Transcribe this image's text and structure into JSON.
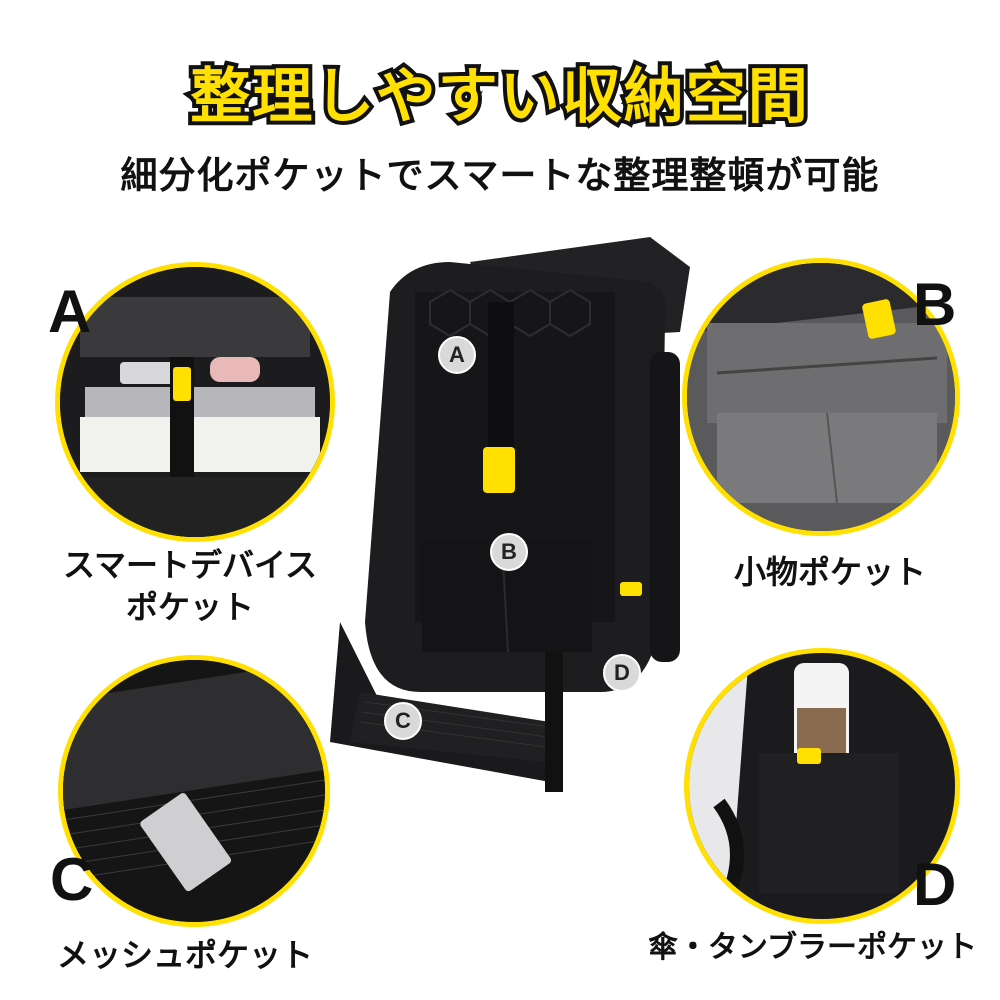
{
  "header": {
    "title": "整理しやすい収納空間",
    "subtitle": "細分化ポケットでスマートな整理整頓が可能"
  },
  "panels": {
    "a": {
      "letter": "A",
      "caption_line1": "スマートデバイス",
      "caption_line2": "ポケット"
    },
    "b": {
      "letter": "B",
      "caption": "小物ポケット"
    },
    "c": {
      "letter": "C",
      "caption": "メッシュポケット"
    },
    "d": {
      "letter": "D",
      "caption": "傘・タンブラーポケット"
    }
  },
  "markers": [
    "A",
    "B",
    "C",
    "D"
  ],
  "colors": {
    "accent": "#FFE000",
    "text": "#111111",
    "bag": "#1b1b1d"
  }
}
